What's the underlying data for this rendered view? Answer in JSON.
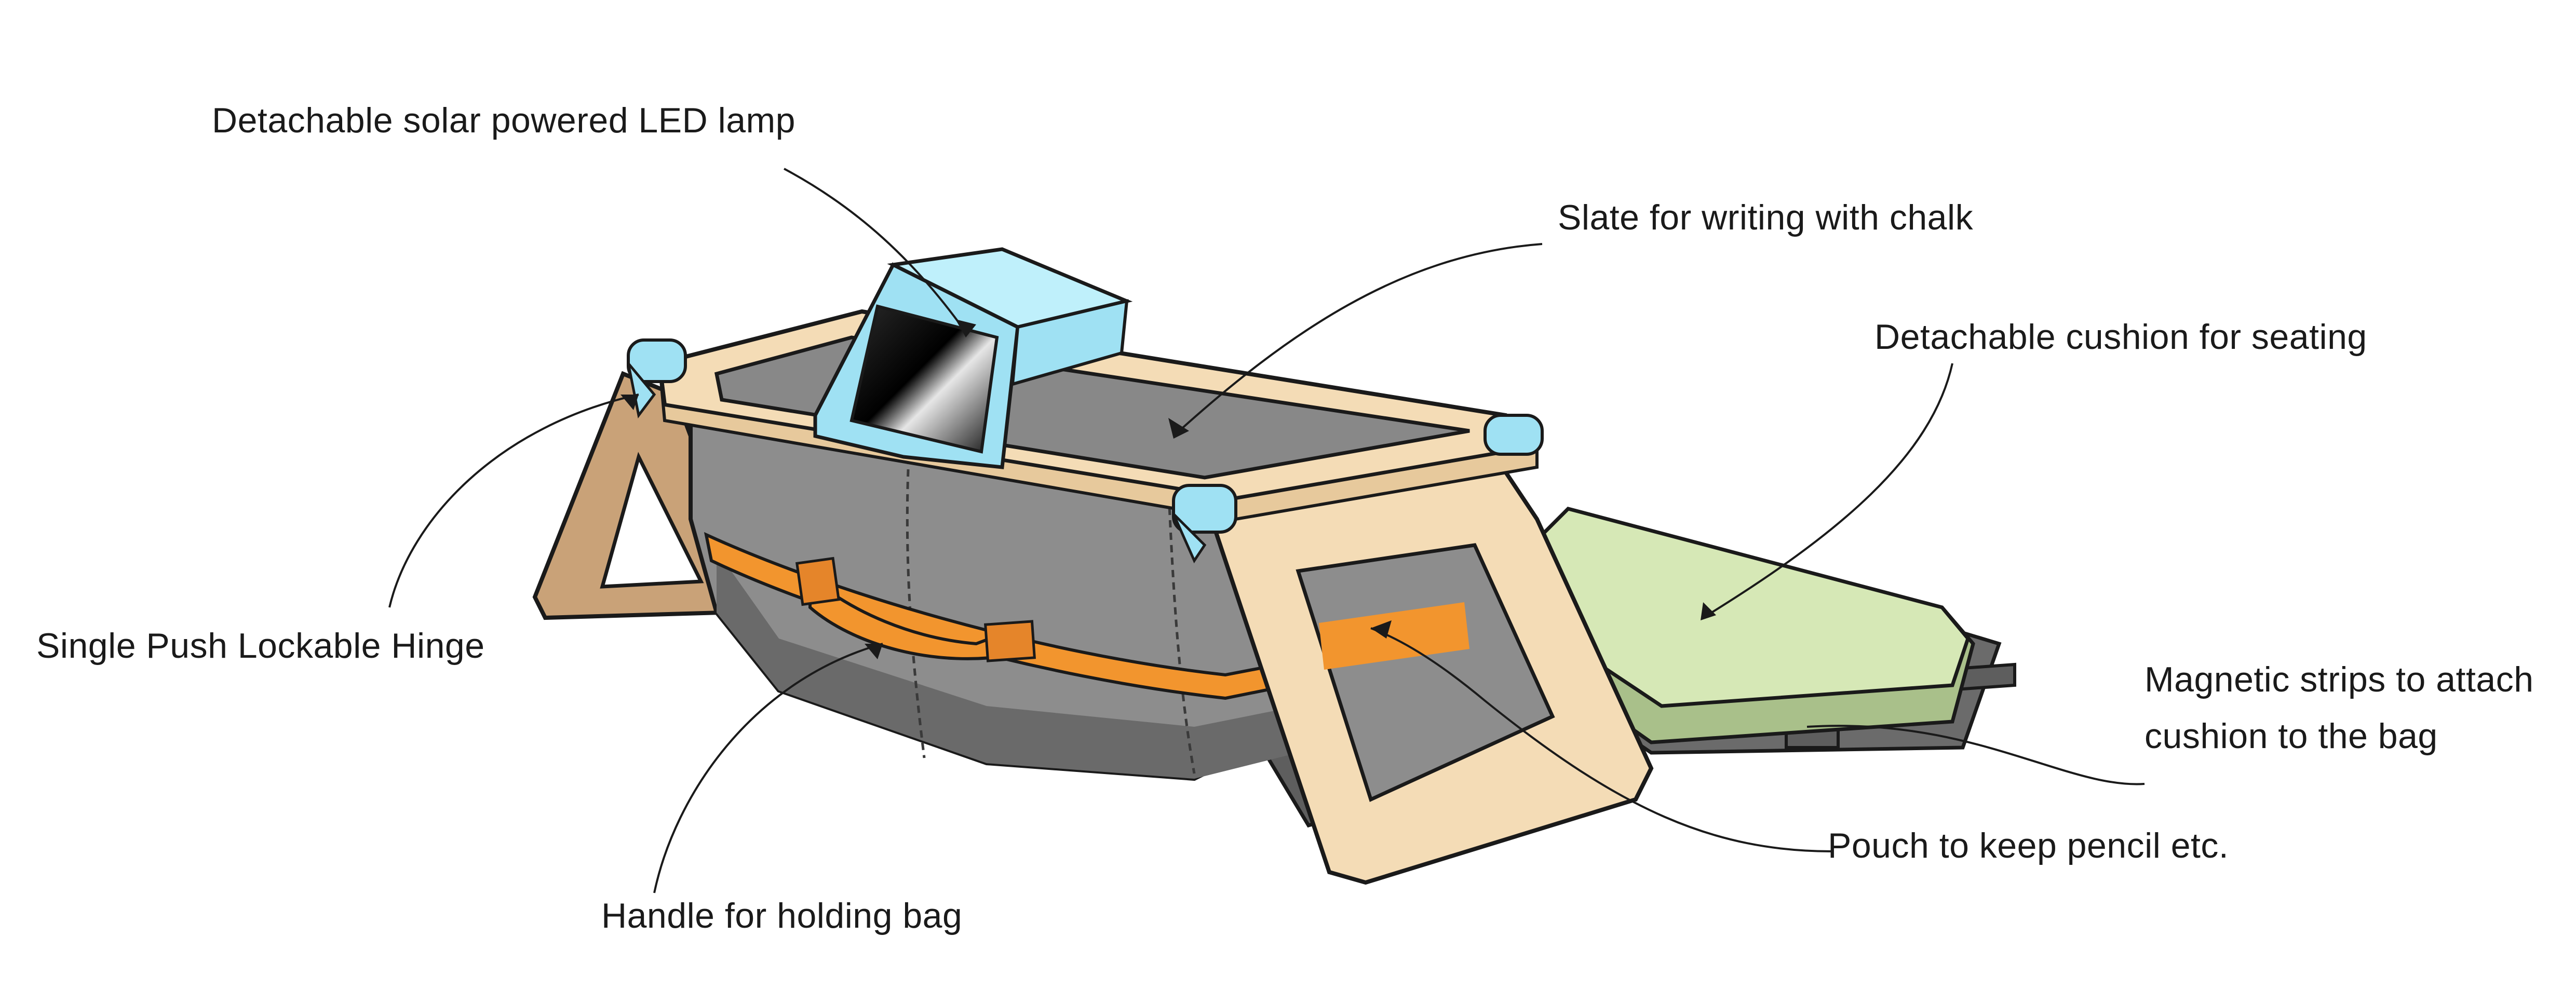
{
  "diagram": {
    "type": "annotated product sketch",
    "callouts": {
      "lamp": "Detachable solar powered LED lamp",
      "slate": "Slate for writing with chalk",
      "cushion": "Detachable cushion for seating",
      "hinge": "Single Push Lockable Hinge",
      "magnetic_line1": "Magnetic strips to attach",
      "magnetic_line2": "cushion to the bag",
      "pouch": "Pouch to keep pencil etc.",
      "handle": "Handle for holding bag"
    },
    "colors": {
      "frame": "#f4dcb6",
      "frame_back": "#c9a278",
      "bag": "#8d8d8d",
      "bag_dark": "#6a6a6a",
      "slate": "#888888",
      "lamp_frame": "#9fe1f3",
      "handle": "#f2952e",
      "cushion": "#d6e8b6",
      "cushion_base": "#a9c08a",
      "strap": "#5e5e5e",
      "outline": "#1a1a1a"
    }
  }
}
